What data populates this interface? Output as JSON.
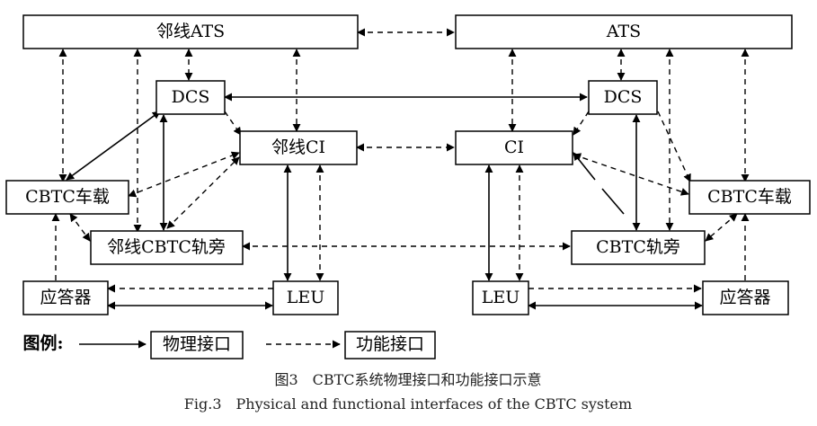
{
  "boxes": {
    "ats_left": "邻线ATS",
    "ats_right": "ATS",
    "dcs_left": "DCS",
    "dcs_right": "DCS",
    "ci_left": "邻线CI",
    "ci_right": "CI",
    "cbtc_onboard_left": "CBTC车载",
    "cbtc_onboard_right": "CBTC车载",
    "cbtc_wayside_left": "邻线CBTC轨旁",
    "cbtc_wayside_right": "CBTC轨旁",
    "balise_left": "应答器",
    "balise_right": "应答器",
    "leu_left": "LEU",
    "leu_right": "LEU"
  },
  "legend": {
    "label": "图例:",
    "physical": "物理接口",
    "functional": "功能接口"
  },
  "caption": {
    "cn": "图3　CBTC系统物理接口和功能接口示意",
    "en": "Fig.3　Physical and functional interfaces of the CBTC system"
  }
}
